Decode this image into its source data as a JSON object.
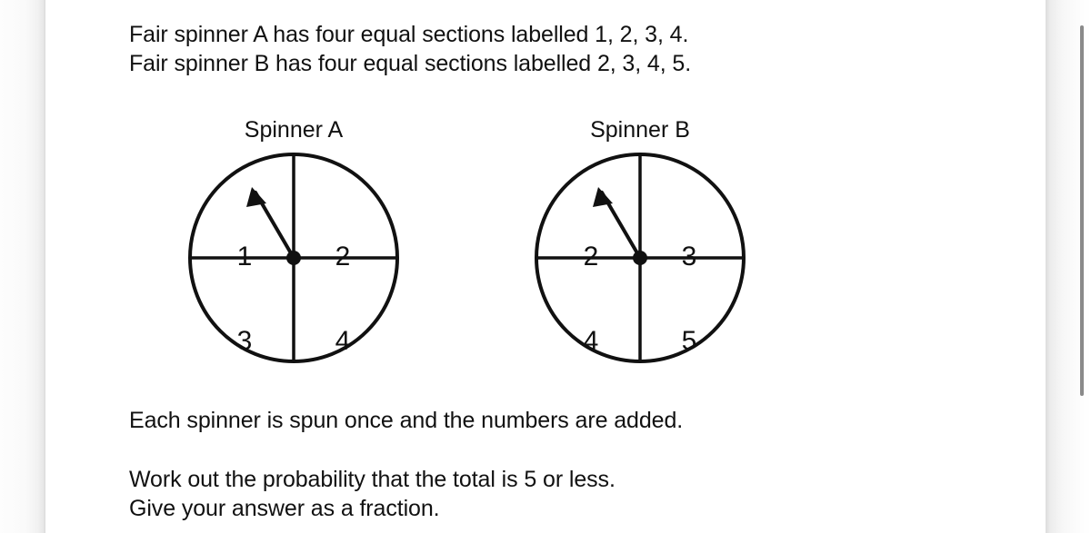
{
  "document": {
    "background_color": "#ffffff",
    "text_color": "#111111"
  },
  "question": {
    "intro_lines": [
      "Fair spinner A has four equal sections labelled 1, 2, 3, 4.",
      "Fair spinner B has four equal sections labelled 2, 3, 4, 5."
    ],
    "middle_lines": [
      "Each spinner is spun once and the numbers are added."
    ],
    "task_lines": [
      "Work out the probability that the total is 5 or less.",
      "Give your answer as a fraction."
    ]
  },
  "spinners": [
    {
      "id": "spinner-a",
      "title": "Spinner A",
      "sections": [
        {
          "position": "top-left",
          "label": "1"
        },
        {
          "position": "top-right",
          "label": "2"
        },
        {
          "position": "bottom-left",
          "label": "3"
        },
        {
          "position": "bottom-right",
          "label": "4"
        }
      ],
      "pointer": {
        "direction": "up-left",
        "angle_deg": 162
      }
    },
    {
      "id": "spinner-b",
      "title": "Spinner B",
      "sections": [
        {
          "position": "top-left",
          "label": "2"
        },
        {
          "position": "top-right",
          "label": "3"
        },
        {
          "position": "bottom-left",
          "label": "4"
        },
        {
          "position": "bottom-right",
          "label": "5"
        }
      ],
      "pointer": {
        "direction": "up-left",
        "angle_deg": 162
      }
    }
  ],
  "scrollbar": {
    "orientation": "vertical",
    "thumb_color": "#8a8a8a"
  }
}
